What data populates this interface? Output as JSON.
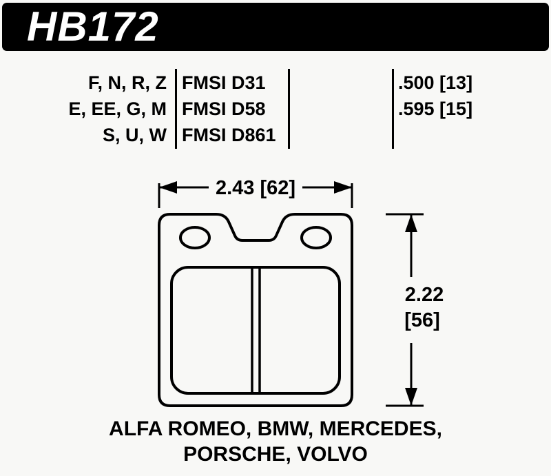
{
  "header": {
    "part_number": "HB172"
  },
  "spec_table": {
    "rows": [
      {
        "compounds": "F, N, R, Z",
        "fmsi": "FMSI D31",
        "thickness": ".500 [13]"
      },
      {
        "compounds": "E, EE, G, M",
        "fmsi": "FMSI D58",
        "thickness": ".595 [15]"
      },
      {
        "compounds": "S, U, W",
        "fmsi": "FMSI D861",
        "thickness": ""
      }
    ]
  },
  "drawing": {
    "width_dimension": "2.43 [62]",
    "height_dimension_in": "2.22",
    "height_dimension_mm": "[56]"
  },
  "applications": {
    "line1": "ALFA ROMEO, BMW, MERCEDES,",
    "line2": "PORSCHE, VOLVO"
  },
  "colors": {
    "header_bar": "#000000",
    "text": "#000000",
    "background": "#f8f8f6"
  }
}
